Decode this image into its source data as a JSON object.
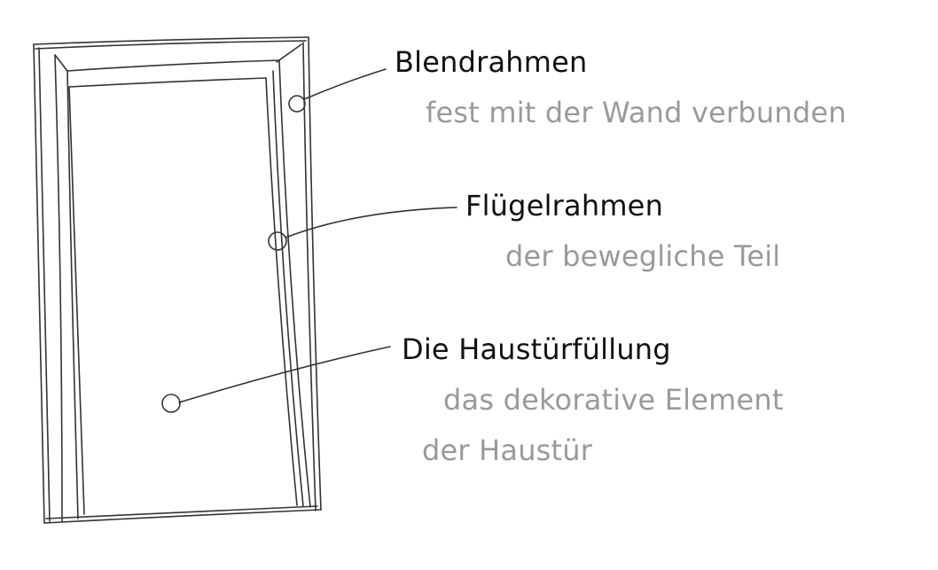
{
  "labels": [
    {
      "title": "Blendrahmen",
      "description": [
        "fest mit der Wand verbunden"
      ]
    },
    {
      "title": "Flügelrahmen",
      "description": [
        "der bewegliche Teil"
      ]
    },
    {
      "title": "Die Haustürfüllung",
      "description": [
        "das dekorative Element",
        "der Haustür"
      ]
    }
  ],
  "colors": {
    "title": "#111111",
    "description": "#9a9a9a",
    "sketch": "#333333"
  }
}
